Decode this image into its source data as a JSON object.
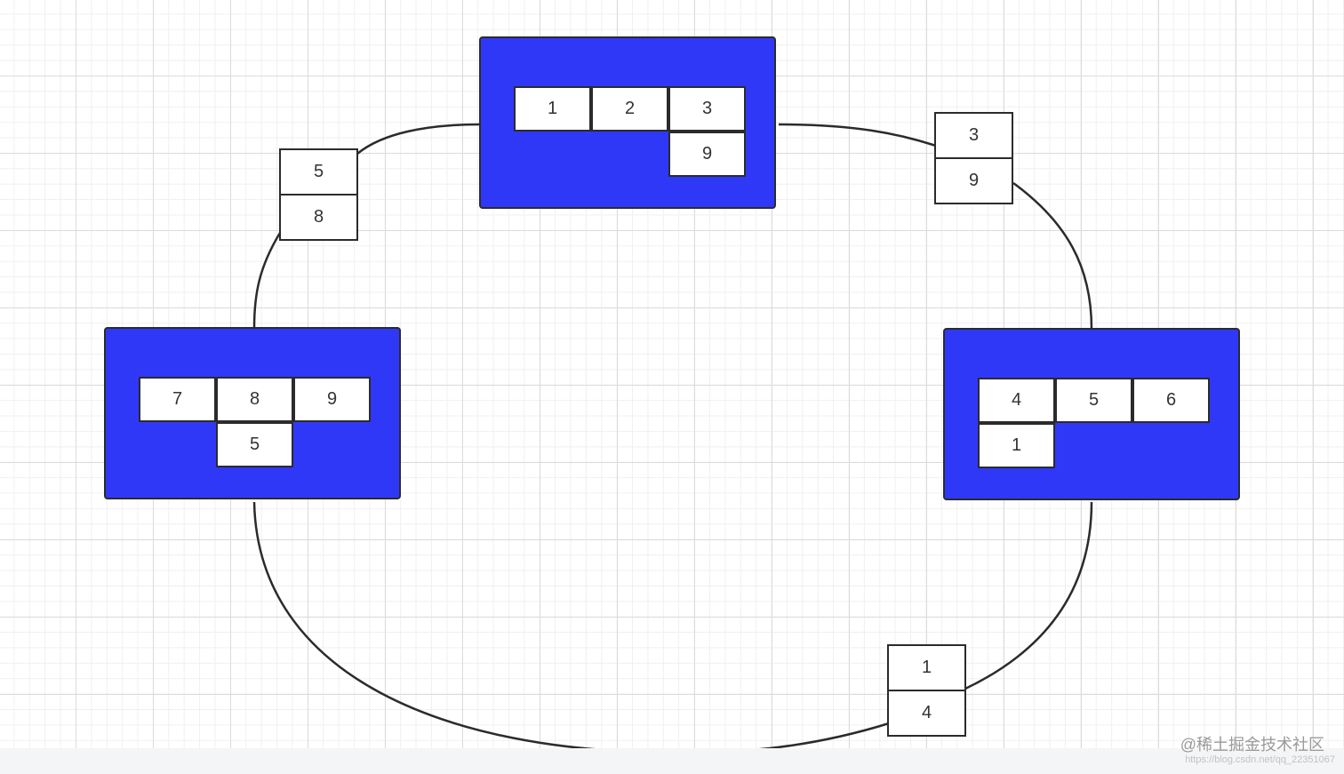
{
  "colors": {
    "node_fill": "#3038f8",
    "stroke": "#2b2b2b",
    "cell_fill": "#ffffff"
  },
  "nodes": {
    "top": {
      "cells": [
        "1",
        "2",
        "3",
        "9"
      ]
    },
    "left": {
      "cells": [
        "7",
        "8",
        "9",
        "5"
      ]
    },
    "right": {
      "cells": [
        "4",
        "5",
        "6",
        "1"
      ]
    }
  },
  "transfers": {
    "top_right": {
      "upper": "3",
      "lower": "9"
    },
    "top_left": {
      "upper": "5",
      "lower": "8"
    },
    "bottom_right": {
      "upper": "1",
      "lower": "4"
    }
  },
  "watermark": {
    "text": "@稀土掘金技术社区",
    "url": "https://blog.csdn.net/qq_22351067"
  }
}
